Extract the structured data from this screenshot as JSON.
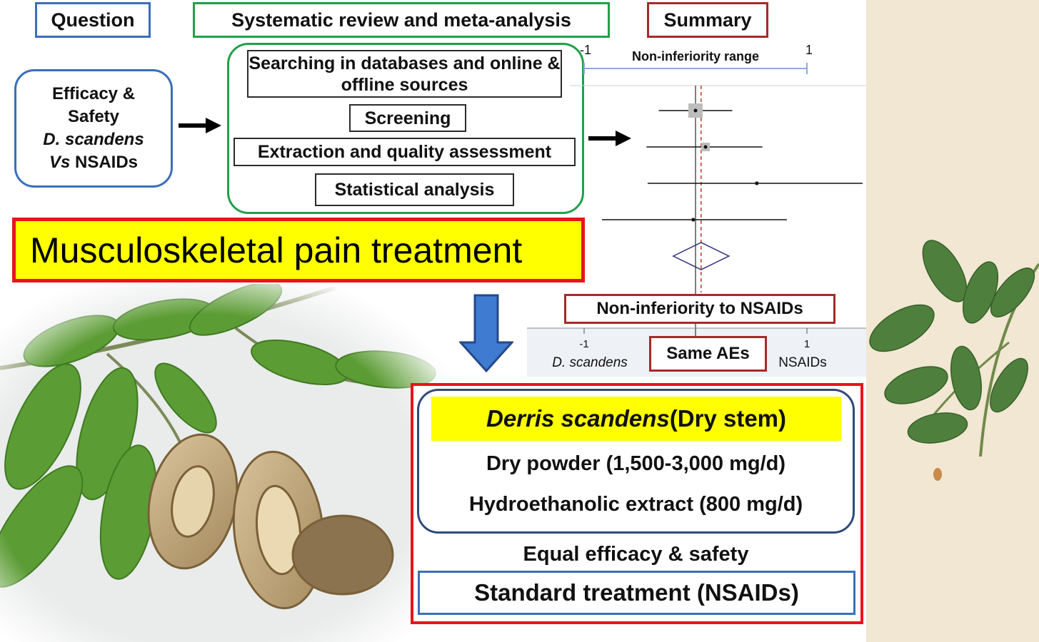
{
  "headers": {
    "question": "Question",
    "systematic": "Systematic review and meta-analysis",
    "summary": "Summary"
  },
  "question_box": {
    "line1": "Efficacy &",
    "line2": "Safety",
    "line3": "D. scandens",
    "line4_vs": "Vs",
    "line4_rest": " NSAIDs"
  },
  "steps": [
    "Searching in databases and online & offline sources",
    "Screening",
    "Extraction and quality assessment",
    "Statistical analysis"
  ],
  "forest": {
    "axis_left": "-1",
    "axis_right": "1",
    "range_label": "Non-inferiority range",
    "bottom_left_tick": "-1",
    "bottom_right_tick": "1",
    "bottom_left_label": "D. scandens",
    "bottom_right_label": "NSAIDs",
    "studies": [
      {
        "est": 0.0,
        "lo": -0.33,
        "hi": 0.33,
        "weight": "large"
      },
      {
        "est": 0.09,
        "lo": -0.44,
        "hi": 0.6,
        "weight": "medium"
      },
      {
        "est": 0.55,
        "lo": -0.43,
        "hi": 1.5,
        "weight": "small"
      },
      {
        "est": -0.02,
        "lo": -0.84,
        "hi": 0.82,
        "weight": "small"
      }
    ],
    "pooled": {
      "est": 0.05,
      "lo": -0.2,
      "hi": 0.3
    },
    "colors": {
      "diamond": "#2e2e7a",
      "ref_line": "#c0392b",
      "range_line": "#8fa8d8"
    }
  },
  "non_inferiority_label": "Non-inferiority to NSAIDs",
  "same_aes_label": "Same AEs",
  "banner": "Musculoskeletal pain treatment",
  "result": {
    "title_italic": "Derris scandens",
    "title_rest": " (Dry stem)",
    "dose1": "Dry powder (1,500-3,000 mg/d)",
    "dose2": "Hydroethanolic extract (800 mg/d)",
    "equal": "Equal efficacy & safety",
    "standard": "Standard treatment (NSAIDs)"
  },
  "colors": {
    "blue_border": "#3a6fb8",
    "green_border": "#21a04a",
    "dark_red_border": "#a52a2a",
    "red_border": "#e8141a",
    "banner_yellow": "#ffff00",
    "arrow_blue": "#3f7bd1"
  }
}
